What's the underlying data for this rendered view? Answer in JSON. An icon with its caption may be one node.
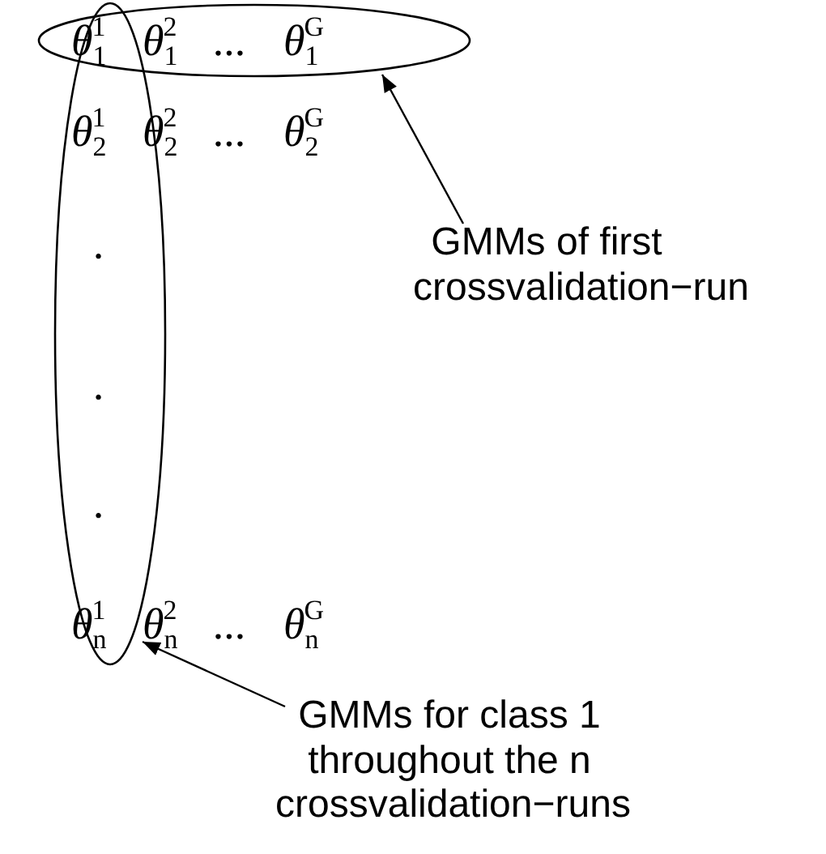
{
  "diagram": {
    "nodes": [
      {
        "text": [],
        "shape": "ellipse"
      },
      {
        "text": [],
        "shape": "ellipse"
      },
      {
        "text": [
          "GMMs of first crossvalidation−run"
        ]
      },
      {
        "text": [
          "GMMs for class 1 throughout the n crossvalidation−runs"
        ]
      }
    ],
    "edges": [
      {
        "from": 2,
        "to": 0,
        "arrow": "to"
      },
      {
        "from": 3,
        "to": 1,
        "arrow": "to"
      }
    ],
    "labels": [
      "θ$_{1}$$^{1}$ θ$_{1}$$^{2}$ ... θ$_{1}$$^{G}$",
      "θ$_{2}$$^{1}$ θ$_{2}$$^{2}$ ... θ$_{2}$$^{G}$",
      "·",
      "·",
      "·",
      "θ$_{n}$$^{1}$ θ$_{n}$$^{2}$ ... θ$_{n}$$^{G}$"
    ]
  }
}
